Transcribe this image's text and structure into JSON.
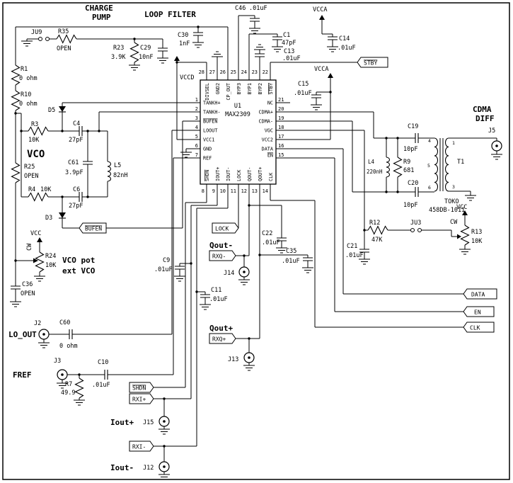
{
  "labels": {
    "charge": "CHARGE",
    "pump": "PUMP",
    "loop_filter": "LOOP FILTER",
    "vco": "VCO",
    "vco_pot": "VCO pot",
    "ext_vco": "ext VCO",
    "qout_minus": "Qout-",
    "qout_plus": "Qout+",
    "iout_plus": "Iout+",
    "iout_minus": "Iout-",
    "lo_out": "LO_OUT",
    "fref": "FREF",
    "cdma": "CDMA",
    "diff": "DIFF",
    "cw_left": "CW",
    "cw_right": "CW",
    "toko": "TOKO",
    "toko_part": "458DB-1011"
  },
  "power": {
    "vcca_1": "VCCA",
    "vcca_2": "VCCA",
    "vccd": "VCCD",
    "vcc_left": "VCC",
    "vcc_right": "VCC"
  },
  "ic": {
    "refdes": "U1",
    "part": "MAX2309",
    "pins_top": [
      {
        "num": "28",
        "name": "DIVSEL"
      },
      {
        "num": "27",
        "name": "GND2"
      },
      {
        "num": "26",
        "name": "CP_OUT"
      },
      {
        "num": "25",
        "name": "BYP3"
      },
      {
        "num": "24",
        "name": "BYP1"
      },
      {
        "num": "23",
        "name": "BYP2"
      },
      {
        "num": "22",
        "name": "STBY"
      }
    ],
    "pins_left": [
      {
        "num": "1",
        "name": "TANKH+"
      },
      {
        "num": "2",
        "name": "TANKH-"
      },
      {
        "num": "3",
        "name": "BUFEN"
      },
      {
        "num": "4",
        "name": "LOOUT"
      },
      {
        "num": "5",
        "name": "VCC1"
      },
      {
        "num": "6",
        "name": "GND"
      },
      {
        "num": "7",
        "name": "REF"
      }
    ],
    "pins_bottom": [
      {
        "num": "8",
        "name": "SHDN"
      },
      {
        "num": "9",
        "name": "IOUT+"
      },
      {
        "num": "10",
        "name": "IOUT-"
      },
      {
        "num": "11",
        "name": "LOCK"
      },
      {
        "num": "12",
        "name": "QOUT-"
      },
      {
        "num": "13",
        "name": "QOUT+"
      },
      {
        "num": "14",
        "name": "CLK"
      }
    ],
    "pins_right": [
      {
        "num": "21",
        "name": "NC"
      },
      {
        "num": "20",
        "name": "CDMA+"
      },
      {
        "num": "19",
        "name": "CDMA-"
      },
      {
        "num": "18",
        "name": "VGC"
      },
      {
        "num": "17",
        "name": "VCC2"
      },
      {
        "num": "16",
        "name": "DATA"
      },
      {
        "num": "15",
        "name": "EN"
      }
    ]
  },
  "components": {
    "r1": {
      "ref": "R1",
      "value": "0 ohm"
    },
    "r10": {
      "ref": "R10",
      "value": "0 ohm"
    },
    "r25": {
      "ref": "R25",
      "value": "OPEN"
    },
    "c36": {
      "ref": "C36",
      "value": "OPEN"
    },
    "ju9": {
      "ref": "JU9"
    },
    "r35": {
      "ref": "R35",
      "value": "OPEN"
    },
    "r23": {
      "ref": "R23",
      "value": "3.9K"
    },
    "c29": {
      "ref": "C29",
      "value": "10nF"
    },
    "c30": {
      "ref": "C30",
      "value": "1nF"
    },
    "c46": {
      "ref": "C46",
      "value": ".01uF"
    },
    "c1": {
      "ref": "C1",
      "value": "47pF"
    },
    "c13": {
      "ref": "C13",
      "value": ".01uF"
    },
    "c14": {
      "ref": "C14",
      "value": ".01uF"
    },
    "c15": {
      "ref": "C15",
      "value": ".01uF"
    },
    "d5": {
      "ref": "D5"
    },
    "r3": {
      "ref": "R3",
      "value": "10K"
    },
    "c4": {
      "ref": "C4",
      "value": "27pF"
    },
    "c61": {
      "ref": "C61",
      "value": "3.9pF"
    },
    "l5": {
      "ref": "L5",
      "value": "82nH"
    },
    "r4": {
      "ref": "R4",
      "value": "10K"
    },
    "c6": {
      "ref": "C6",
      "value": "27pF"
    },
    "d3": {
      "ref": "D3"
    },
    "r24": {
      "ref": "R24",
      "value": "10K"
    },
    "r7": {
      "ref": "R7",
      "value": "49.9"
    },
    "c10": {
      "ref": "C10",
      "value": ".01uF"
    },
    "c60": {
      "ref": "C60",
      "value": "0 ohm"
    },
    "c9": {
      "ref": "C9",
      "value": ".01uF"
    },
    "c11": {
      "ref": "C11",
      "value": ".01uF"
    },
    "c22": {
      "ref": "C22",
      "value": ".01uF"
    },
    "c35": {
      "ref": "C35",
      "value": ".01uF"
    },
    "c19": {
      "ref": "C19",
      "value": "10pF"
    },
    "c20": {
      "ref": "C20",
      "value": "10pF"
    },
    "r9": {
      "ref": "R9",
      "value": "681"
    },
    "l4": {
      "ref": "L4",
      "value": "220nH"
    },
    "t1": {
      "ref": "T1"
    },
    "r12": {
      "ref": "R12",
      "value": "47K"
    },
    "ju3": {
      "ref": "JU3"
    },
    "r13": {
      "ref": "R13",
      "value": "10K"
    },
    "c21": {
      "ref": "C21",
      "value": ".01uF"
    }
  },
  "t1_pins": {
    "p4": "4",
    "p5": "5",
    "p6": "6",
    "p1": "1",
    "p3": "3"
  },
  "connectors": {
    "j2": "J2",
    "j3": "J3",
    "j5": "J5",
    "j12": "J12",
    "j13": "J13",
    "j14": "J14",
    "j15": "J15"
  },
  "flags": {
    "stby": "STBY",
    "bufen": "BUFEN",
    "lock": "LOCK",
    "shdn": "SHDN",
    "rxi_plus": "RXI+",
    "rxi_minus": "RXI-",
    "rxq_minus": "RXQ-",
    "rxq_plus": "RXQ+",
    "data": "DATA",
    "en": "EN",
    "clk": "CLK"
  }
}
